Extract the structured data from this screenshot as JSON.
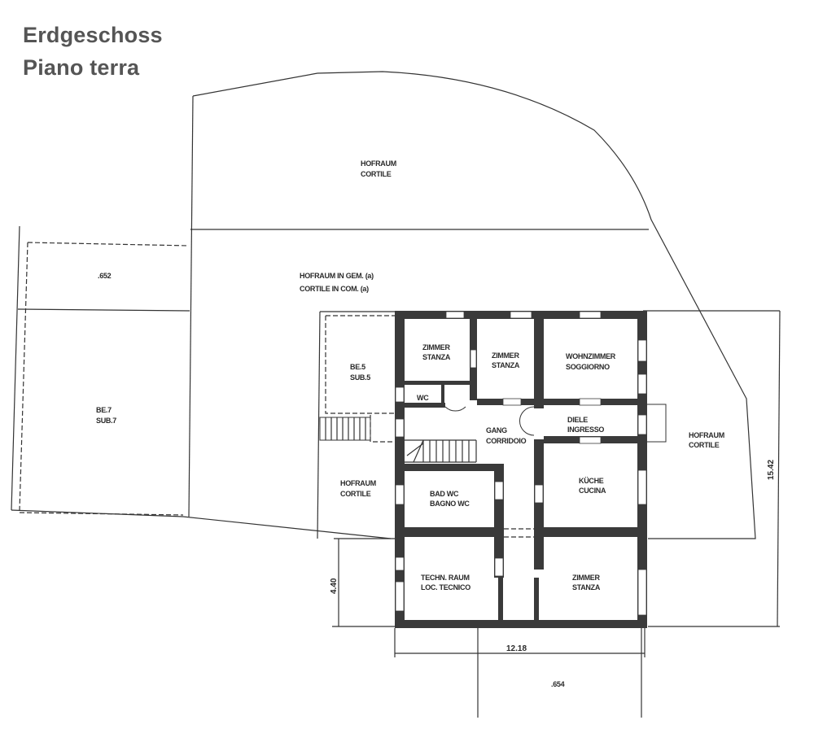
{
  "title": {
    "line1": "Erdgeschoss",
    "line2": "Piano terra"
  },
  "areas": {
    "courtyard_top": {
      "de": "HOFRAUM",
      "it": "CORTILE"
    },
    "courtyard_common": {
      "de": "HOFRAUM IN GEM. (a)",
      "it": "CORTILE IN COM. (a)"
    },
    "parcel_652": {
      "label": ".652"
    },
    "be7": {
      "line1": "BE.7",
      "line2": "SUB.7"
    },
    "be5": {
      "line1": "BE.5",
      "line2": "SUB.5"
    },
    "courtyard_left": {
      "de": "HOFRAUM",
      "it": "CORTILE"
    },
    "courtyard_right": {
      "de": "HOFRAUM",
      "it": "CORTILE"
    },
    "parcel_654": {
      "label": ".654"
    }
  },
  "rooms": {
    "zimmer1": {
      "de": "ZIMMER",
      "it": "STANZA"
    },
    "zimmer2": {
      "de": "ZIMMER",
      "it": "STANZA"
    },
    "wohnzimmer": {
      "de": "WOHNZIMMER",
      "it": "SOGGIORNO"
    },
    "wc": {
      "label": "WC"
    },
    "gang": {
      "de": "GANG",
      "it": "CORRIDOIO"
    },
    "diele": {
      "de": "DIELE",
      "it": "INGRESSO"
    },
    "bad": {
      "de": "BAD WC",
      "it": "BAGNO WC"
    },
    "kueche": {
      "de": "KÜCHE",
      "it": "CUCINA"
    },
    "techn": {
      "de": "TECHN. RAUM",
      "it": "LOC. TECNICO"
    },
    "zimmer3": {
      "de": "ZIMMER",
      "it": "STANZA"
    }
  },
  "dimensions": {
    "width": "12.18",
    "height_total": "15.42",
    "height_partial": "4.40"
  },
  "colors": {
    "wall": "#3a3a3a",
    "line": "#333333",
    "title": "#555555"
  }
}
